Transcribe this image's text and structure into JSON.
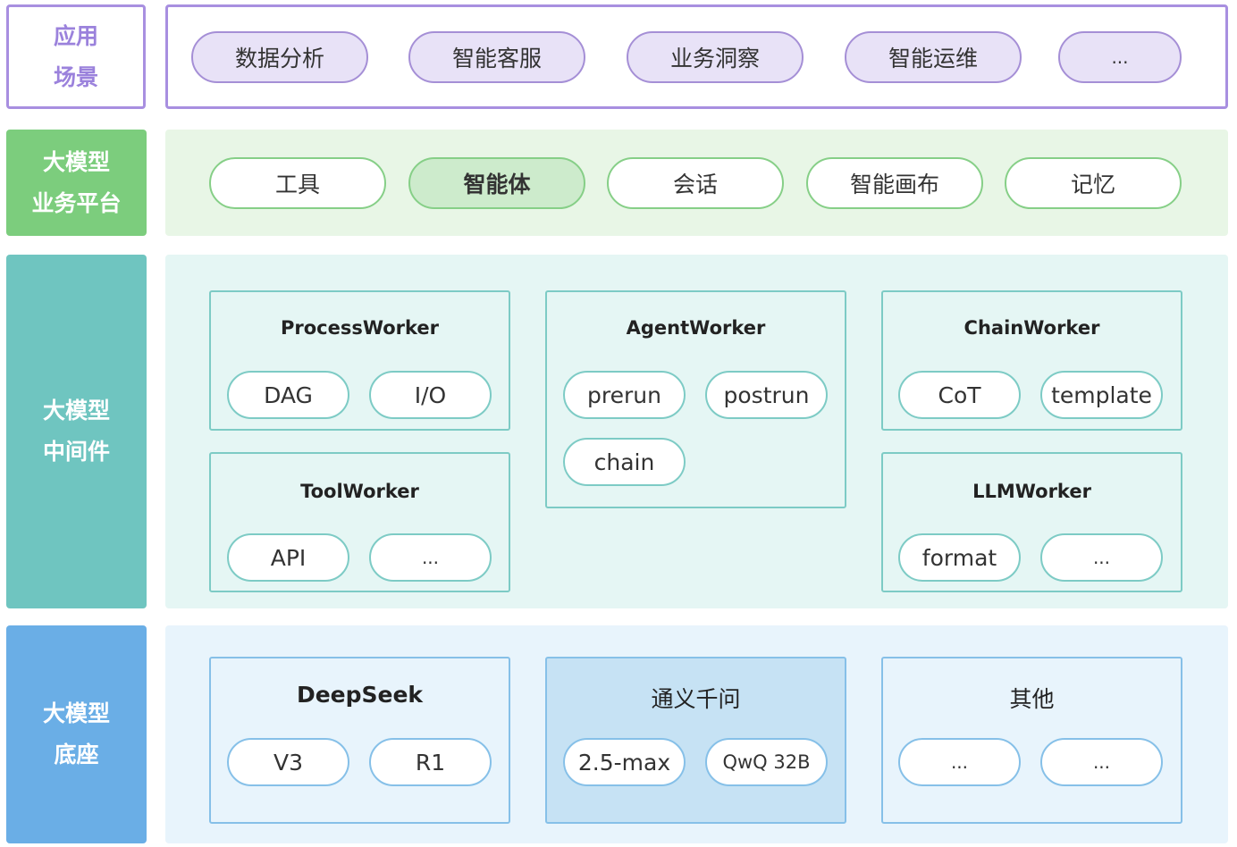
{
  "rows": {
    "app": {
      "label_line1": "应用",
      "label_line2": "场景",
      "items": [
        "数据分析",
        "智能客服",
        "业务洞察",
        "智能运维",
        "..."
      ]
    },
    "platform": {
      "label_line1": "大模型",
      "label_line2": "业务平台",
      "items": [
        "工具",
        "智能体",
        "会话",
        "智能画布",
        "记忆"
      ],
      "highlighted_item": "智能体"
    },
    "middleware": {
      "label_line1": "大模型",
      "label_line2": "中间件",
      "workers": [
        {
          "title": "ProcessWorker",
          "items": [
            "DAG",
            "I/O"
          ]
        },
        {
          "title": "AgentWorker",
          "items": [
            "prerun",
            "postrun",
            "chain"
          ]
        },
        {
          "title": "ChainWorker",
          "items": [
            "CoT",
            "template"
          ]
        },
        {
          "title": "ToolWorker",
          "items": [
            "API",
            "..."
          ]
        },
        {
          "title": "LLMWorker",
          "items": [
            "format",
            "..."
          ]
        }
      ]
    },
    "base": {
      "label_line1": "大模型",
      "label_line2": "底座",
      "models": [
        {
          "title": "DeepSeek",
          "items": [
            "V3",
            "R1"
          ]
        },
        {
          "title": "通义千问",
          "items": [
            "2.5-max",
            "QwQ 32B"
          ]
        },
        {
          "title": "其他",
          "items": [
            "...",
            "..."
          ]
        }
      ],
      "highlighted_model": "通义千问"
    }
  },
  "colors": {
    "app": "#a88fe0",
    "platform": "#7ccd7d",
    "middleware": "#6fc5c0",
    "base": "#6aaee6"
  }
}
